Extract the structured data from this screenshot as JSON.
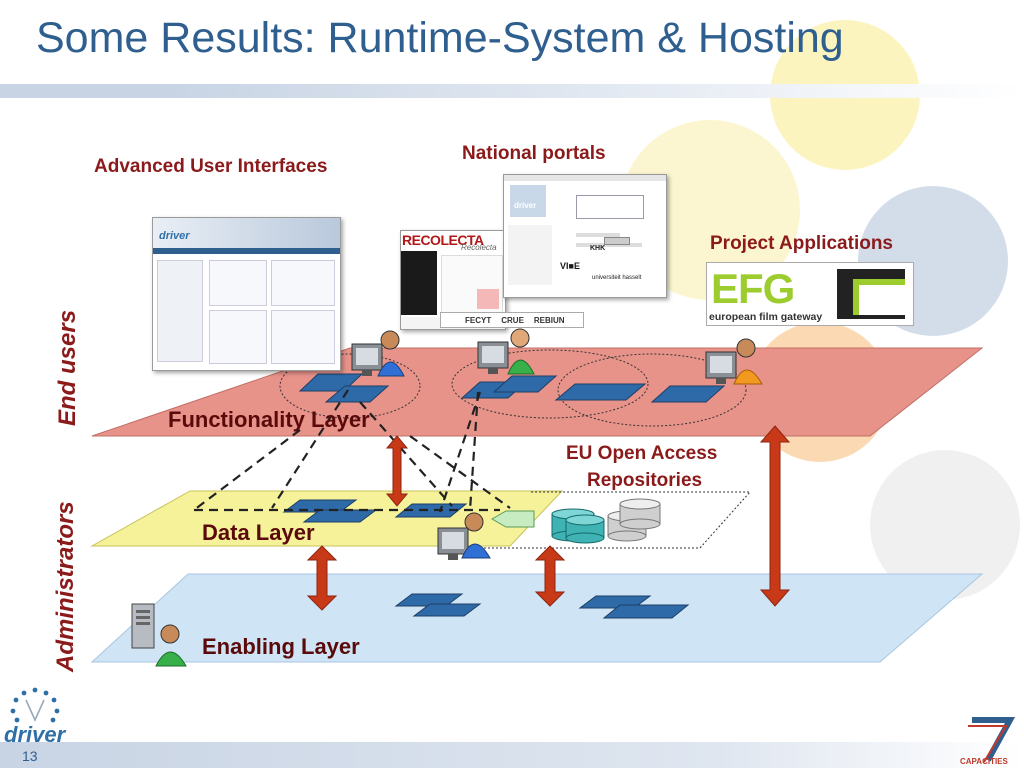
{
  "title": "Some Results: Runtime-System & Hosting",
  "labels": {
    "advanced_ui": "Advanced User Interfaces",
    "national_portals": "National portals",
    "project_apps": "Project Applications",
    "eu_repos_line1": "EU Open Access",
    "eu_repos_line2": "Repositories"
  },
  "layers": {
    "functionality": "Functionality Layer",
    "data": "Data Layer",
    "enabling": "Enabling Layer"
  },
  "roles": {
    "end_users": "End users",
    "administrators": "Administrators"
  },
  "screenshots": {
    "driver_portal_brand": "driver",
    "recolecta_brand": "RECOLECTA",
    "recolecta_sub": "Recolecta",
    "recolecta_footer": [
      "FECYT",
      "CRUE",
      "REBIUN"
    ],
    "vince_brand": "VI■E",
    "khk_brand": "KHK",
    "hasselt_brand": "universiteit hasselt"
  },
  "efg": {
    "letters": "EFG",
    "subtitle": "european film gateway"
  },
  "footer": {
    "page_number": "13",
    "logo_text": "driver",
    "fp7_text": "CAPACITIES"
  },
  "colors": {
    "title": "#2f5f8f",
    "label_text": "#8b1a1a",
    "functionality_plane": "#e8938a",
    "data_plane": "#f6f29a",
    "enabling_plane": "#cfe4f4",
    "service_tile": "#2f6aa8",
    "arrow": "#c83a17"
  }
}
